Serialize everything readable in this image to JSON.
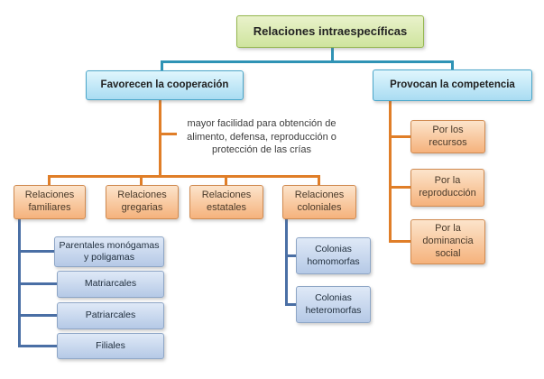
{
  "palette": {
    "green-top": "#e9f2cb",
    "green-bottom": "#cfe49e",
    "green-border": "#94b64e",
    "cyan-top": "#e0f6fd",
    "cyan-bottom": "#a9dcf2",
    "cyan-border": "#4ba6c9",
    "orange-top": "#fce4cb",
    "orange-bottom": "#f5b27c",
    "orange-border": "#d08a50",
    "blue-top": "#dfe9f7",
    "blue-bottom": "#b5c9e6",
    "blue-border": "#8ea6c6",
    "teal-line": "#2f93b5",
    "orange-line": "#e07e28",
    "blue-line": "#4a6fa5"
  },
  "map": {
    "root": {
      "label": "Relaciones intraespecíficas"
    },
    "cooperation": {
      "label": "Favorecen la cooperación",
      "note": "mayor facilidad para obtención de\nalimento, defensa, reproducción o\nprotección de las crías",
      "children": [
        {
          "label": "Relaciones familiares",
          "children": [
            "Parentales monógamas y poligamas",
            "Matriarcales",
            "Patriarcales",
            "Filiales"
          ]
        },
        {
          "label": "Relaciones gregarias",
          "children": []
        },
        {
          "label": "Relaciones estatales",
          "children": []
        },
        {
          "label": "Relaciones coloniales",
          "children": [
            "Colonias homomorfas",
            "Colonias heteromorfas"
          ]
        }
      ]
    },
    "competition": {
      "label": "Provocan la competencia",
      "children": [
        "Por los recursos",
        "Por la reproducción",
        "Por la dominancia social"
      ]
    }
  }
}
